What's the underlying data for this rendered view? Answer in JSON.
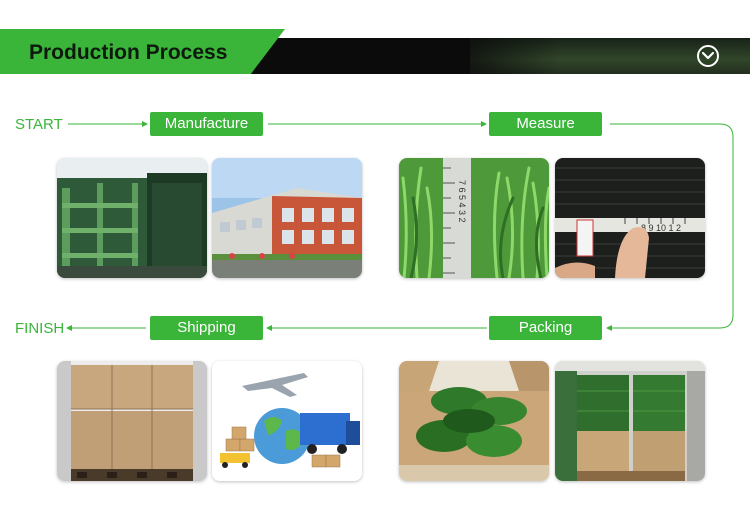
{
  "header": {
    "title": "Production Process",
    "accent": "#3ab53a",
    "bar_color": "#0b0b0b"
  },
  "flow": {
    "start_label": "START",
    "finish_label": "FINISH",
    "steps": [
      "Manufacture",
      "Measure",
      "Packing",
      "Shipping"
    ]
  },
  "measure_photo": {
    "ruler_numbers": "7 6 5 4 3 2",
    "tape_numbers": "8 9 10 1 2"
  },
  "icons": {
    "header_button": "chevron-down-circle-icon"
  }
}
